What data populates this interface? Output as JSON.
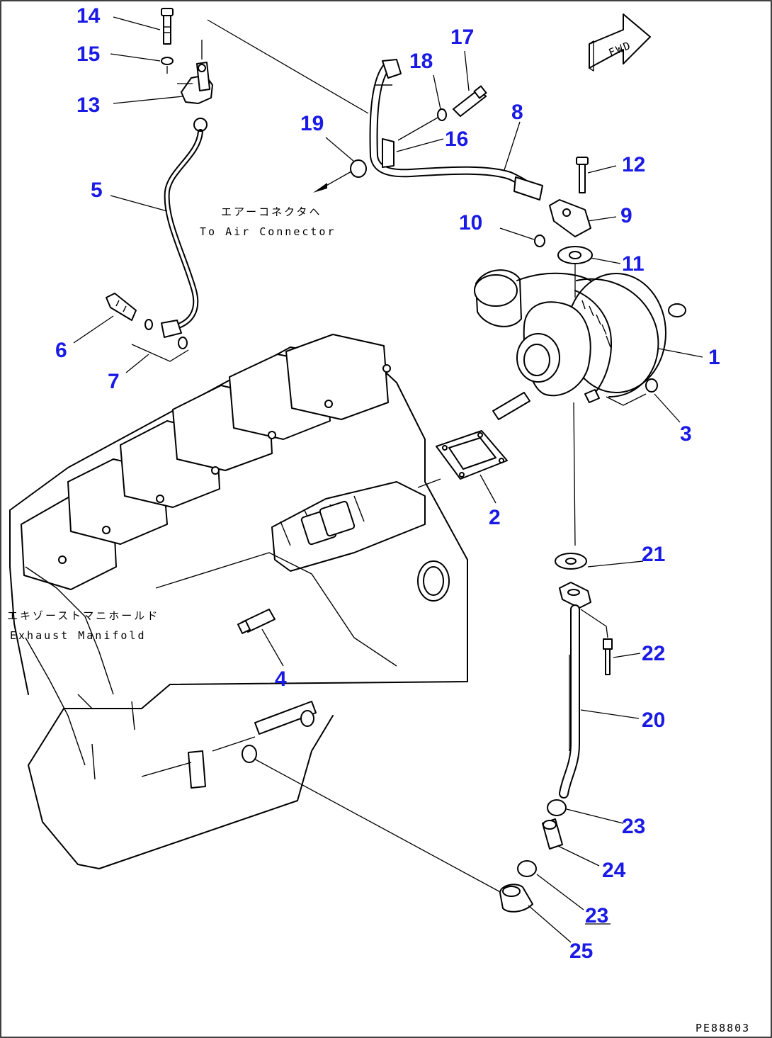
{
  "drawing": {
    "code": "PE88803",
    "fwd_label": "FWD"
  },
  "notes": {
    "air_connector_jp": "エアーコネクタヘ",
    "air_connector_en": "To Air Connector",
    "exhaust_jp": "エキゾーストマニホールド",
    "exhaust_en": "Exhaust Manifold"
  },
  "callouts": [
    {
      "id": "c14",
      "label": "14"
    },
    {
      "id": "c15",
      "label": "15"
    },
    {
      "id": "c13",
      "label": "13"
    },
    {
      "id": "c5",
      "label": "5"
    },
    {
      "id": "c6",
      "label": "6"
    },
    {
      "id": "c7",
      "label": "7"
    },
    {
      "id": "c18",
      "label": "18"
    },
    {
      "id": "c17",
      "label": "17"
    },
    {
      "id": "c19",
      "label": "19"
    },
    {
      "id": "c16",
      "label": "16"
    },
    {
      "id": "c8",
      "label": "8"
    },
    {
      "id": "c12",
      "label": "12"
    },
    {
      "id": "c9",
      "label": "9"
    },
    {
      "id": "c10",
      "label": "10"
    },
    {
      "id": "c11",
      "label": "11"
    },
    {
      "id": "c1",
      "label": "1"
    },
    {
      "id": "c3",
      "label": "3"
    },
    {
      "id": "c2",
      "label": "2"
    },
    {
      "id": "c21",
      "label": "21"
    },
    {
      "id": "c22",
      "label": "22"
    },
    {
      "id": "c4",
      "label": "4"
    },
    {
      "id": "c20",
      "label": "20"
    },
    {
      "id": "c23a",
      "label": "23"
    },
    {
      "id": "c24",
      "label": "24"
    },
    {
      "id": "c23b",
      "label": "23"
    },
    {
      "id": "c25",
      "label": "25"
    }
  ]
}
